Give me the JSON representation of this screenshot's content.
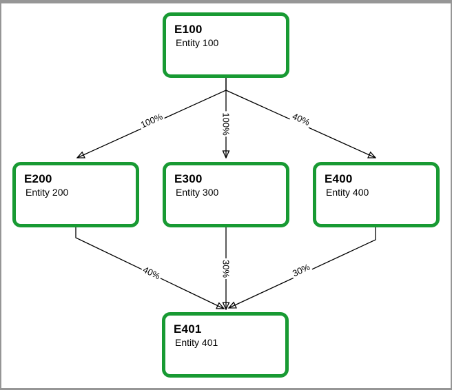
{
  "diagram": {
    "nodes": [
      {
        "id": "E100",
        "title": "E100",
        "subtitle": "Entity 100"
      },
      {
        "id": "E200",
        "title": "E200",
        "subtitle": "Entity 200"
      },
      {
        "id": "E300",
        "title": "E300",
        "subtitle": "Entity 300"
      },
      {
        "id": "E400",
        "title": "E400",
        "subtitle": "Entity 400"
      },
      {
        "id": "E401",
        "title": "E401",
        "subtitle": "Entity 401"
      }
    ],
    "edges": [
      {
        "from": "E100",
        "to": "E200",
        "label": "100%"
      },
      {
        "from": "E100",
        "to": "E300",
        "label": "100%"
      },
      {
        "from": "E100",
        "to": "E400",
        "label": "40%"
      },
      {
        "from": "E200",
        "to": "E401",
        "label": "40%"
      },
      {
        "from": "E300",
        "to": "E401",
        "label": "30%"
      },
      {
        "from": "E400",
        "to": "E401",
        "label": "30%"
      }
    ],
    "colors": {
      "node_border": "#189a33",
      "node_fill": "#ffffff",
      "edge": "#000000",
      "frame_border": "#969696",
      "canvas_bg": "#ffffff"
    }
  }
}
